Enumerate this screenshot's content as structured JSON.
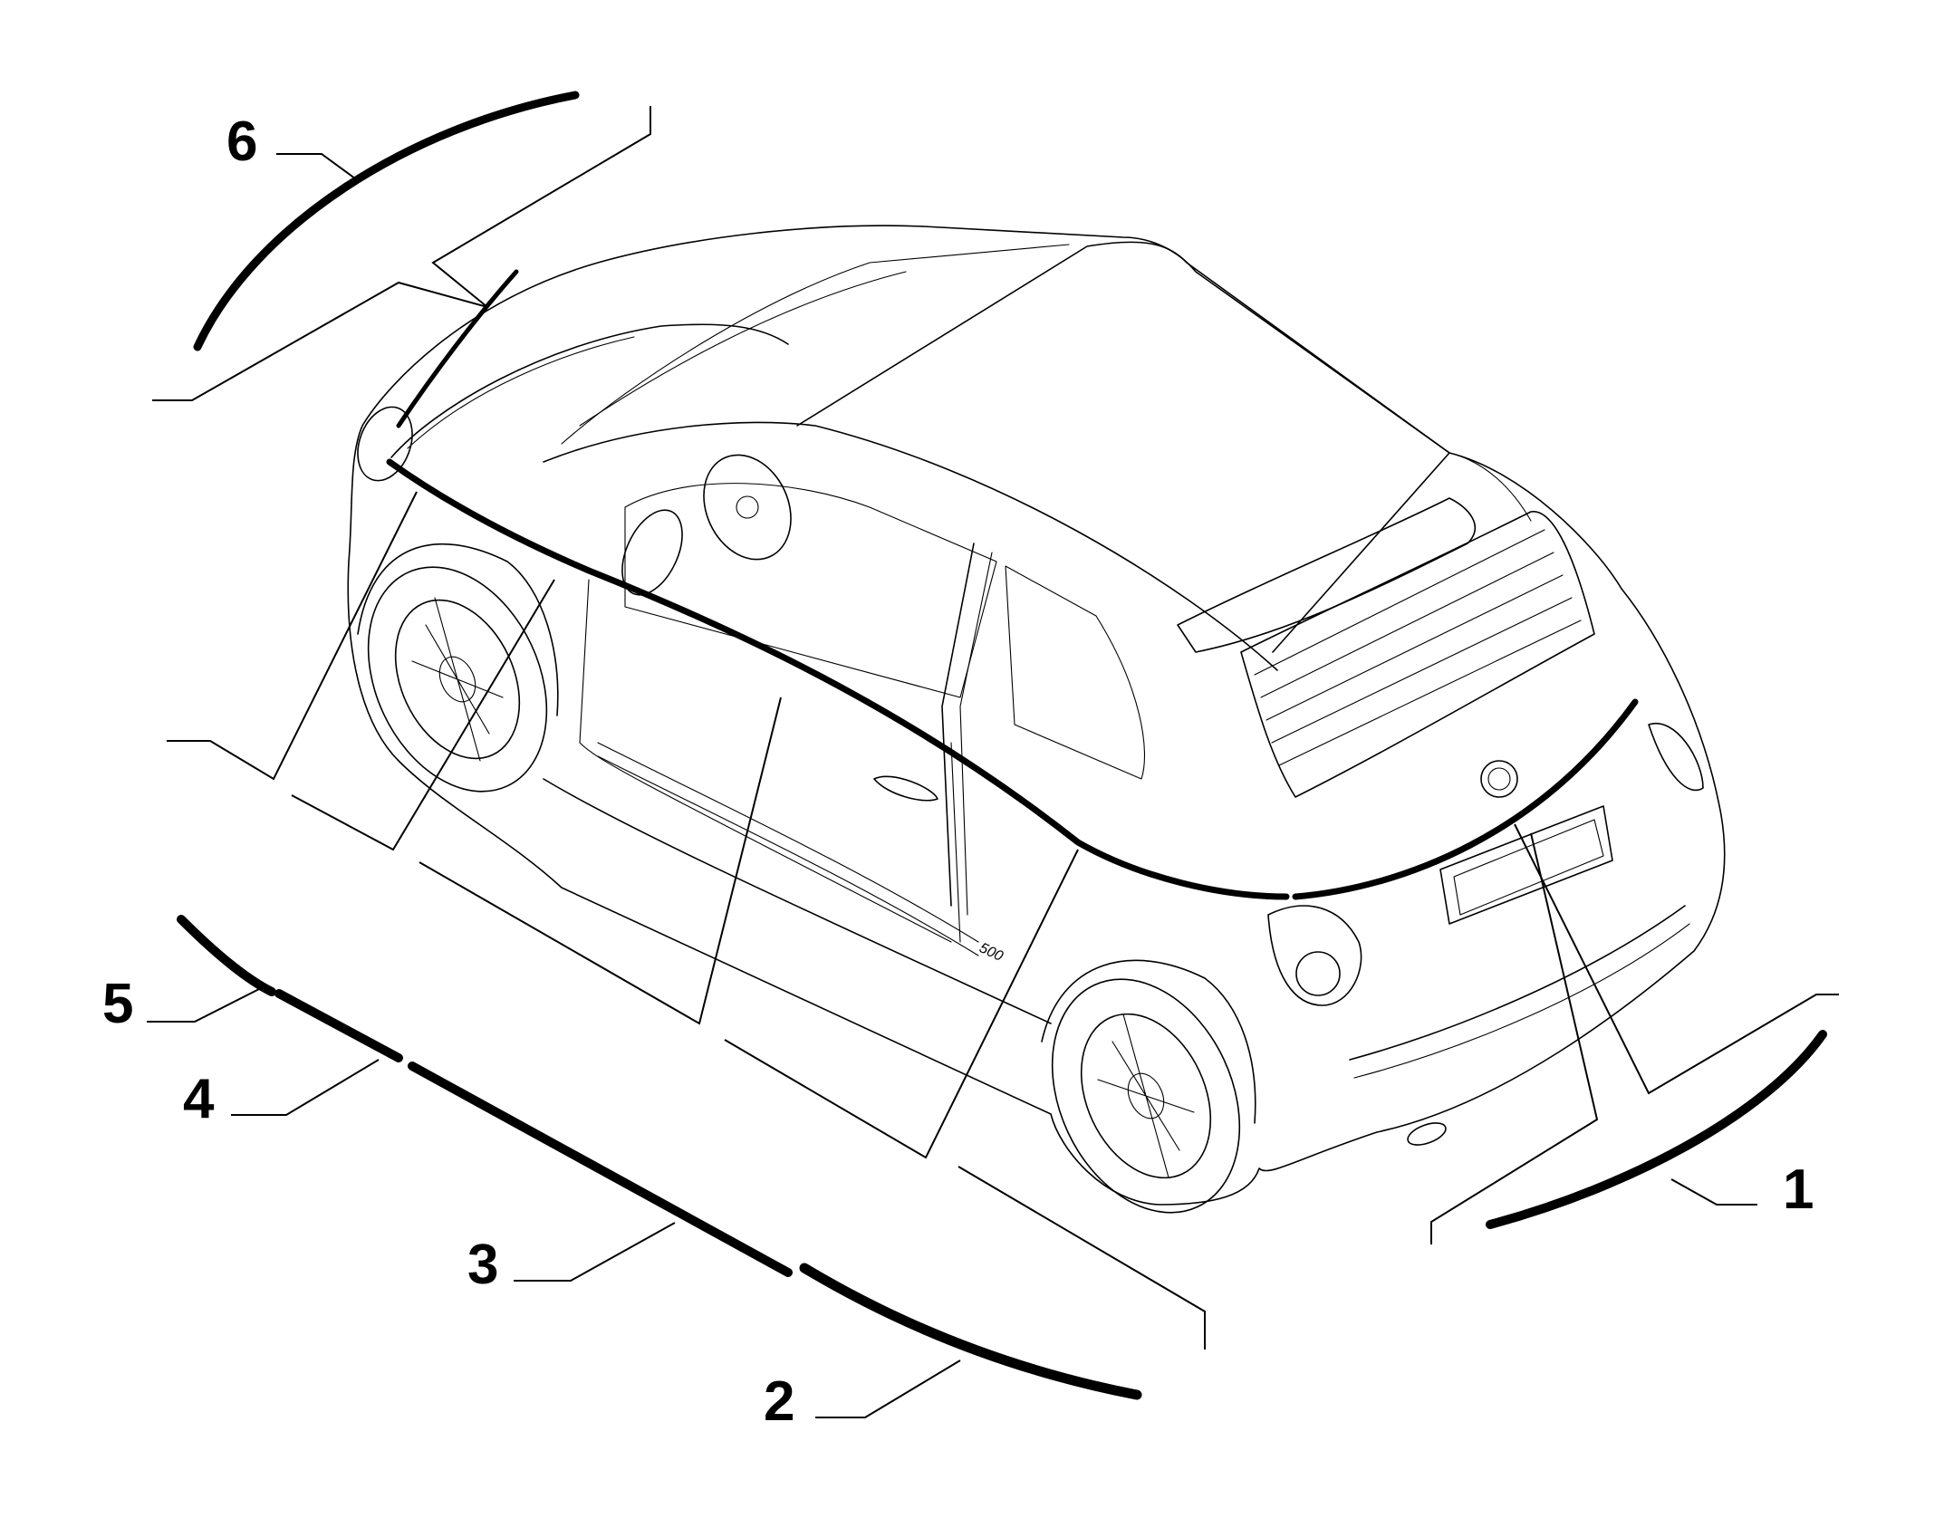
{
  "callouts": [
    {
      "id": "1",
      "text": "1"
    },
    {
      "id": "2",
      "text": "2"
    },
    {
      "id": "3",
      "text": "3"
    },
    {
      "id": "4",
      "text": "4"
    },
    {
      "id": "5",
      "text": "5"
    },
    {
      "id": "6",
      "text": "6"
    }
  ],
  "badge_text": "500",
  "colors": {
    "line": "#000000",
    "background": "#ffffff"
  }
}
